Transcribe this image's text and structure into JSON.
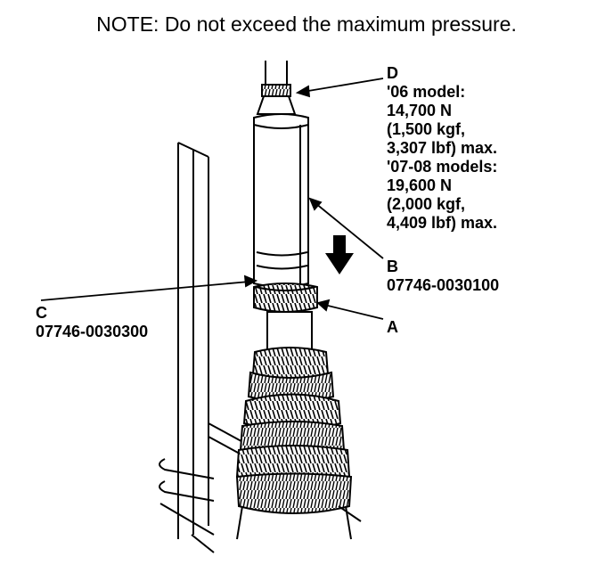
{
  "note": "NOTE: Do not exceed the maximum pressure.",
  "labels": {
    "d": {
      "letter": "D",
      "lines": [
        "'06 model:",
        "14,700 N",
        "(1,500 kgf,",
        "3,307 lbf) max.",
        "'07-08 models:",
        "19,600 N",
        "(2,000 kgf,",
        "4,409 lbf) max."
      ]
    },
    "b": {
      "letter": "B",
      "part": "07746-0030100"
    },
    "a": {
      "letter": "A"
    },
    "c": {
      "letter": "C",
      "part": "07746-0030300"
    }
  }
}
